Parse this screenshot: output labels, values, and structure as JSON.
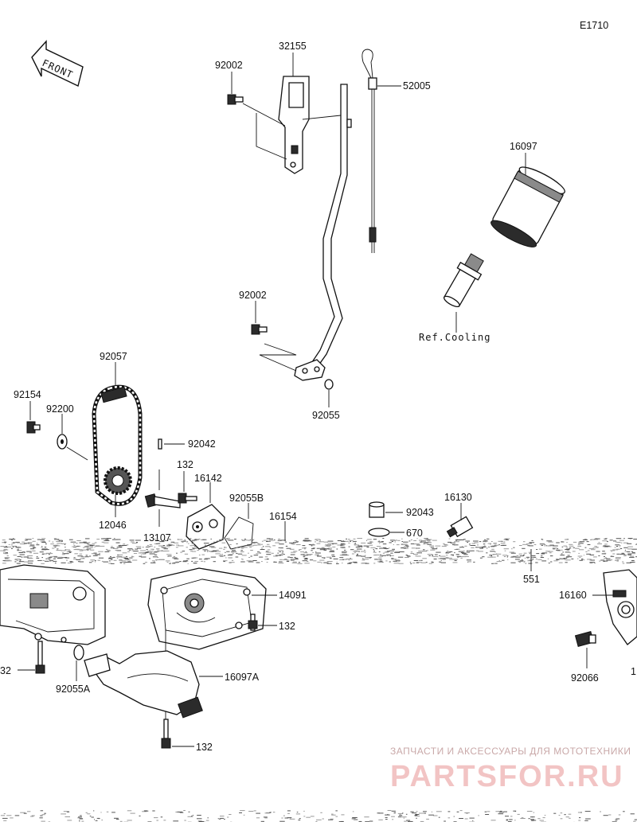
{
  "diagram": {
    "code": "E1710",
    "front_label": "FRONT",
    "ref_label": "Ref.Cooling",
    "parts": {
      "p32155": "32155",
      "p92002a": "92002",
      "p52005": "52005",
      "p16097": "16097",
      "p92002b": "92002",
      "p92055": "92055",
      "p92057": "92057",
      "p92154": "92154",
      "p92200": "92200",
      "p92042": "92042",
      "p132a": "132",
      "p16142": "16142",
      "p92055B": "92055B",
      "p16154": "16154",
      "p12046": "12046",
      "p13107": "13107",
      "p92043": "92043",
      "p16130": "16130",
      "p670": "670",
      "p551": "551",
      "p16160": "16160",
      "p14091": "14091",
      "p132b": "132",
      "p32c": "32",
      "p92055A": "92055A",
      "p16097A": "16097A",
      "p92066": "92066",
      "p132c": "132",
      "p1edge": "1"
    }
  },
  "watermark": {
    "tagline": "ЗАПЧАСТИ И АКСЕССУАРЫ ДЛЯ МОТОТЕХНИКИ",
    "brand": "PARTSFOR.RU"
  }
}
